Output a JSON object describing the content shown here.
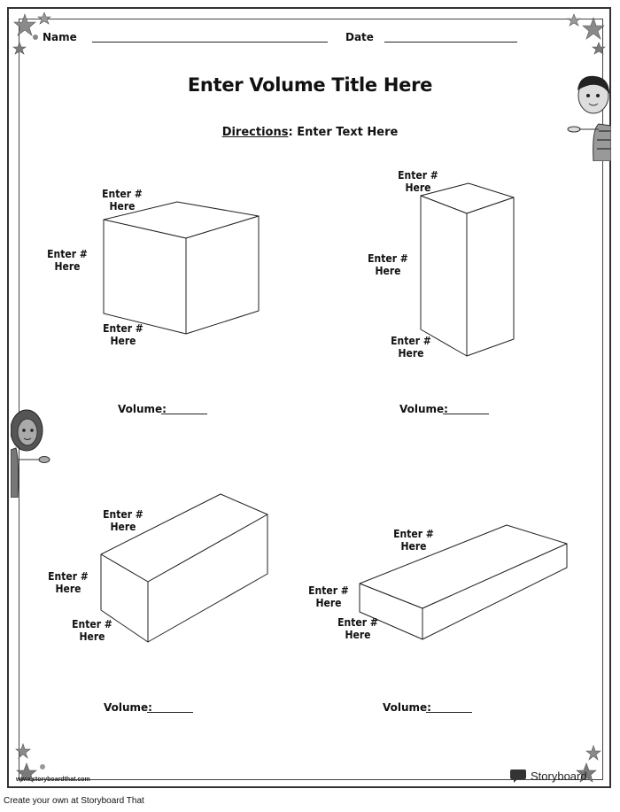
{
  "header": {
    "name_label": "Name",
    "date_label": "Date"
  },
  "title": "Enter Volume Title Here",
  "directions": {
    "label": "Directions",
    "text": ": Enter Text Here"
  },
  "shapes": [
    {
      "labels": [
        "Enter #\nHere",
        "Enter #\nHere",
        "Enter #\nHere"
      ],
      "volume_label": "Volume:"
    },
    {
      "labels": [
        "Enter #\nHere",
        "Enter #\nHere",
        "Enter #\nHere"
      ],
      "volume_label": "Volume:"
    },
    {
      "labels": [
        "Enter #\nHere",
        "Enter #\nHere",
        "Enter #\nHere"
      ],
      "volume_label": "Volume:"
    },
    {
      "labels": [
        "Enter #\nHere",
        "Enter #\nHere",
        "Enter #\nHere"
      ],
      "volume_label": "Volume:"
    }
  ],
  "watermark": "www.storyboardthat.com",
  "brand": "Storyboard",
  "footer": "Create your own at Storyboard That",
  "colors": {
    "ink": "#222222",
    "border": "#333333",
    "star": "#8a8a8a"
  }
}
